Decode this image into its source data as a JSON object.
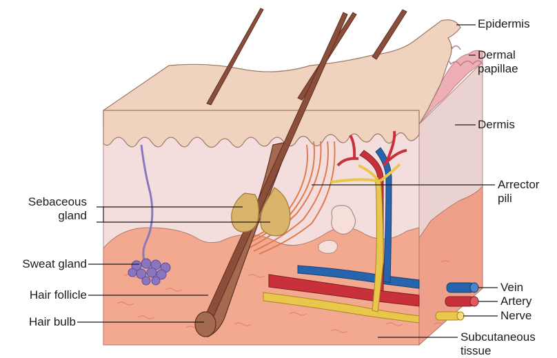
{
  "labels": {
    "epidermis": "Epidermis",
    "dermal_papillae": "Dermal\npapillae",
    "dermis": "Dermis",
    "arrector_pili": "Arrector\npili",
    "sebaceous_gland": "Sebaceous\ngland",
    "sweat_gland": "Sweat gland",
    "hair_follicle": "Hair follicle",
    "hair_bulb": "Hair bulb",
    "vein": "Vein",
    "artery": "Artery",
    "nerve": "Nerve",
    "subcutaneous_tissue": "Subcutaneous\ntissue"
  },
  "colors": {
    "epidermis": "#efd3bf",
    "dermis": "#f3dedd",
    "subcutaneous": "#f2a98f",
    "hair": "#8a4e3a",
    "artery": "#c8313a",
    "vein": "#2764ae",
    "nerve": "#e9c64c",
    "sebaceous": "#d9b46a",
    "sweat_gland": "#8a76c0",
    "arrector_pili": "#e07a4e"
  }
}
